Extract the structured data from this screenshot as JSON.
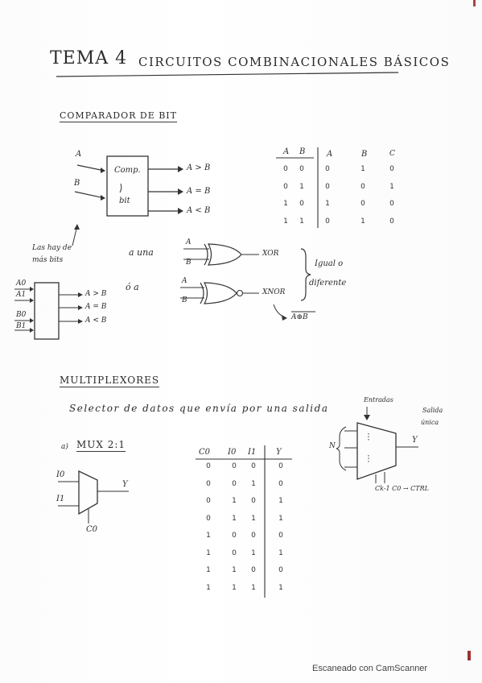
{
  "title": {
    "tema": "Tema 4",
    "rest": "Circuitos Combinacionales Básicos"
  },
  "comparador": {
    "heading": "Comparador de bit",
    "in_a": "A",
    "in_b": "B",
    "box1": "Comp.",
    "box2": "bit",
    "out1": "A > B",
    "out2": "A = B",
    "out3": "A < B",
    "note1": "Las hay de",
    "note2": "más bits",
    "multi_in": [
      "A0",
      "A1",
      "B0",
      "B1"
    ],
    "multi_out": [
      "A > B",
      "A = B",
      "A < B"
    ],
    "a_una": "a una",
    "o_a": "ó a",
    "xor_a": "A",
    "xor_b": "B",
    "xor_out": "XOR",
    "xnor_a": "A",
    "xnor_b": "B",
    "xnor_out": "XNOR",
    "bracket1": "Igual o",
    "bracket2": "diferente",
    "xnor_expr": "A⊕B",
    "table": {
      "headers": [
        "A",
        "B",
        "A",
        "B",
        "C"
      ],
      "rows": [
        [
          "0",
          "0",
          "0",
          "1",
          "0"
        ],
        [
          "0",
          "1",
          "0",
          "0",
          "1"
        ],
        [
          "1",
          "0",
          "1",
          "0",
          "0"
        ],
        [
          "1",
          "1",
          "0",
          "1",
          "0"
        ]
      ]
    }
  },
  "multiplexores": {
    "heading": "Multiplexores",
    "desc": "Selector de datos que envía por una salida",
    "entradas": "Entradas",
    "salida1": "Salida",
    "salida2": "única",
    "n_label": "N",
    "mux_y": "Y",
    "ctrl": "Ck-1  C0 → CTRL",
    "sub": "Mux 2:1",
    "bullet": "a)",
    "i0": "I0",
    "i1": "I1",
    "y": "Y",
    "c0": "C0",
    "table": {
      "headers": [
        "C0",
        "I0",
        "I1",
        "Y"
      ],
      "rows": [
        [
          "0",
          "0",
          "0",
          "0"
        ],
        [
          "0",
          "0",
          "1",
          "0"
        ],
        [
          "0",
          "1",
          "0",
          "1"
        ],
        [
          "0",
          "1",
          "1",
          "1"
        ],
        [
          "1",
          "0",
          "0",
          "0"
        ],
        [
          "1",
          "0",
          "1",
          "1"
        ],
        [
          "1",
          "1",
          "0",
          "0"
        ],
        [
          "1",
          "1",
          "1",
          "1"
        ]
      ]
    }
  },
  "watermark": "Escaneado con CamScanner"
}
